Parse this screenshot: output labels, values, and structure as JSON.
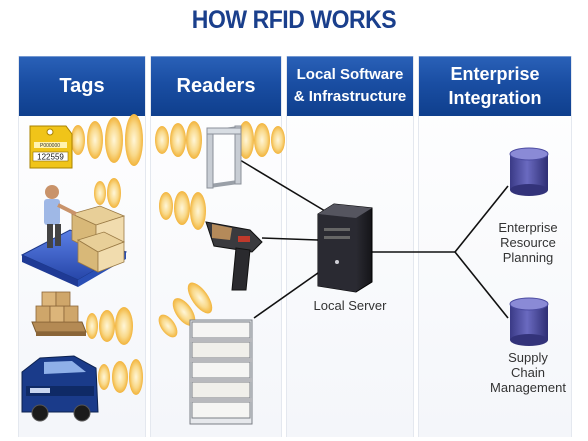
{
  "title": "HOW RFID WORKS",
  "columns": [
    {
      "label": "Tags"
    },
    {
      "label": "Readers"
    },
    {
      "label": "Local Software\n& Infrastructure"
    },
    {
      "label": "Enterprise\nIntegration"
    }
  ],
  "tag_number": "122559",
  "tag_small_text": "P000000",
  "local_server_label": "Local Server",
  "erp_label": "Enterprise\nResource\nPlanning",
  "scm_label": "Supply\nChain\nManagement",
  "colors": {
    "header_blue": "#1a4ea3",
    "title_blue": "#1a3f8c",
    "wave_yellow": "#f6c45a",
    "db_purple": "#4a4a9c"
  }
}
